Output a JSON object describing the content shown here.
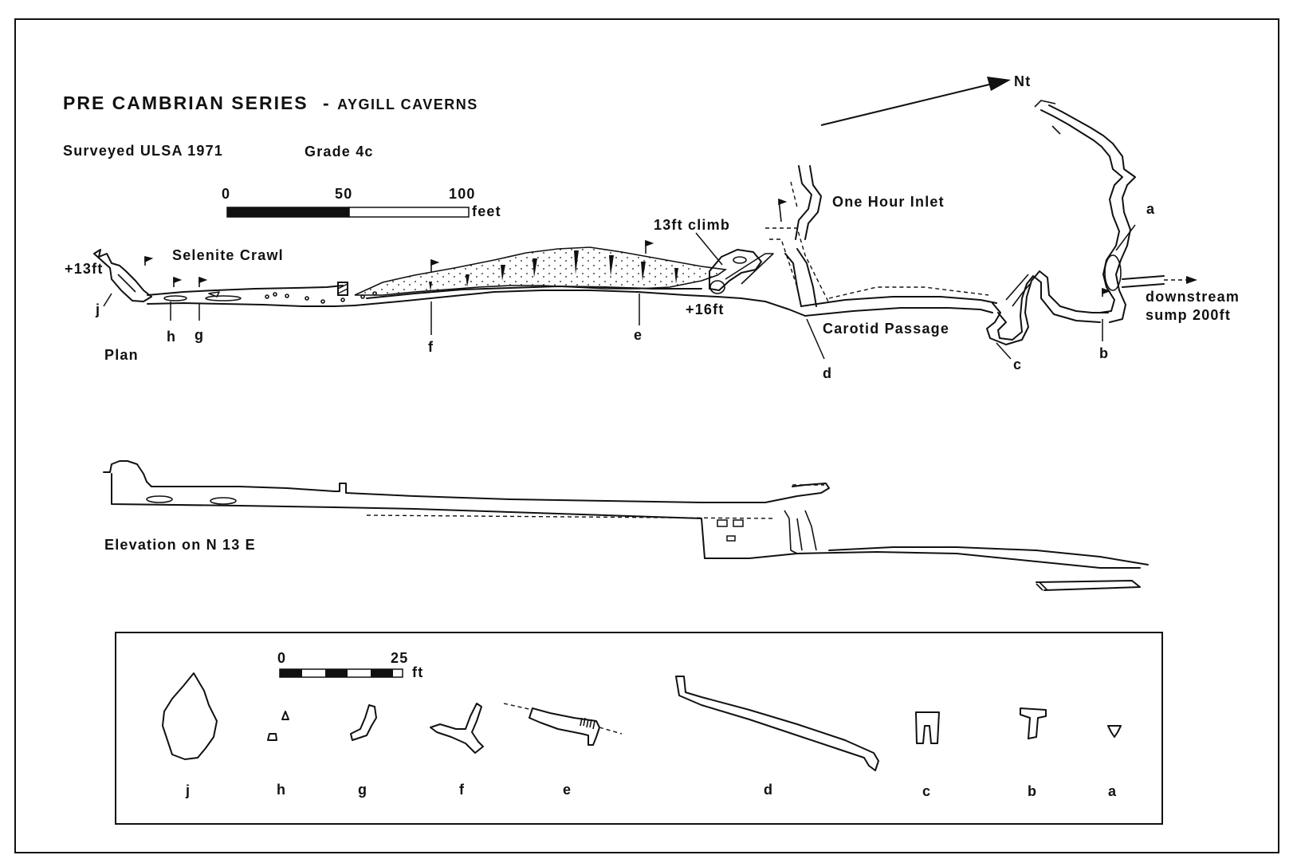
{
  "title": {
    "main": "PRE CAMBRIAN SERIES",
    "dash": "-",
    "cave": "AYGILL CAVERNS"
  },
  "survey": {
    "surveyed": "Surveyed ULSA 1971",
    "grade": "Grade 4c"
  },
  "scale_main": {
    "zero": "0",
    "mid": "50",
    "max": "100",
    "unit": "feet"
  },
  "scale_xsec": {
    "zero": "0",
    "max": "25",
    "unit": "ft"
  },
  "north_label": "Nt",
  "plan": {
    "label": "Plan",
    "features": {
      "plus13": "+13ft",
      "selenite": "Selenite Crawl",
      "climb": "13ft climb",
      "plus16": "+16ft",
      "inlet": "One Hour Inlet",
      "carotid": "Carotid Passage",
      "downstream1": "downstream",
      "downstream2": "sump 200ft"
    },
    "section_letters": [
      "j",
      "h",
      "g",
      "f",
      "e",
      "d",
      "c",
      "b",
      "a"
    ]
  },
  "elevation": {
    "label": "Elevation on N 13 E"
  },
  "cross_sections": {
    "letters": [
      "j",
      "h",
      "g",
      "f",
      "e",
      "d",
      "c",
      "b",
      "a"
    ]
  }
}
